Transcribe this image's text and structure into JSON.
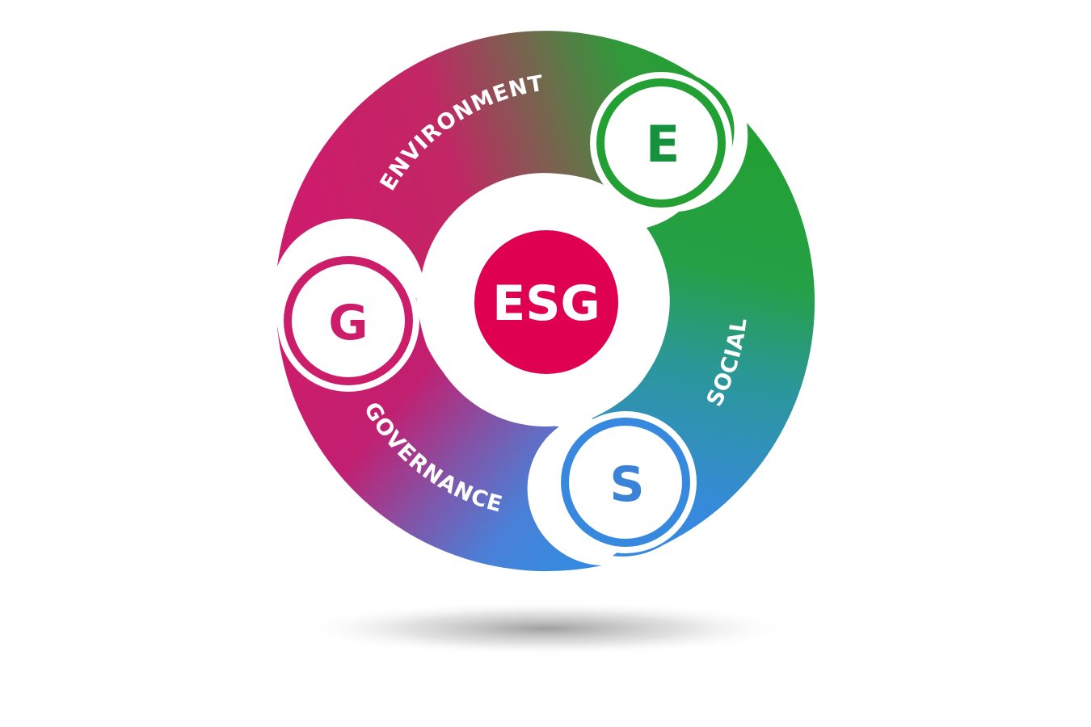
{
  "diagram": {
    "center": {
      "label": "ESG"
    },
    "pillars": [
      {
        "key": "environment",
        "letter": "E",
        "label": "ENVIRONMENT",
        "color": "#16923f"
      },
      {
        "key": "social",
        "letter": "S",
        "label": "SOCIAL",
        "color": "#3a83d6"
      },
      {
        "key": "governance",
        "letter": "G",
        "label": "GOVERNANCE",
        "color": "#cc1d6b"
      }
    ],
    "colors": {
      "magenta": "#cc1d6b",
      "green": "#22a033",
      "blue": "#3789df",
      "center_fill": "#df0052",
      "shadow": "#9a9a9a"
    }
  }
}
